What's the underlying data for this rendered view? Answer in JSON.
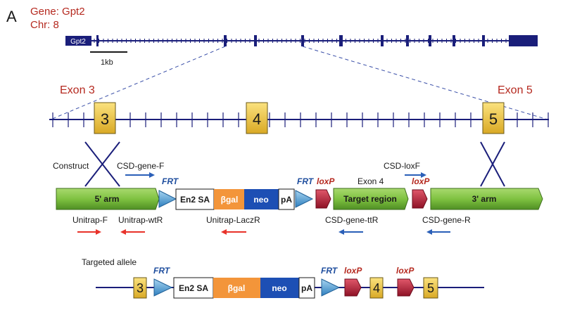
{
  "colors": {
    "navy": "#1a1e7a",
    "red_text": "#b5291f",
    "blue_text": "#1f4e9e",
    "exon_fill": "#f2cd4e",
    "arm_fill": "#7fc241",
    "bgal_fill": "#f3953a",
    "neo_fill": "#1d4fb4",
    "frt_fill": "#5aa6d8",
    "loxp_fill": "#c0283f",
    "arrow_blue": "#2a5fb8",
    "arrow_red": "#e8322a"
  },
  "panel_label": "A",
  "gene": {
    "line1": "Gene: Gpt2",
    "line2": "Chr: 8",
    "badge": "Gpt2",
    "scale_label": "1kb"
  },
  "zoom": {
    "left_label": "Exon 3",
    "right_label": "Exon 5",
    "exons": [
      "3",
      "4",
      "5"
    ]
  },
  "construct": {
    "label": "Construct",
    "five_arm": "5' arm",
    "three_arm": "3' arm",
    "frt": "FRT",
    "loxp": "loxP",
    "en2sa": "En2 SA",
    "bgal": "βgal",
    "neo": "neo",
    "pa": "pA",
    "target_region": "Target region",
    "exon4_label": "Exon 4",
    "primers": {
      "csd_gene_f": "CSD-gene-F",
      "csd_loxf": "CSD-loxF",
      "unitrap_f": "Unitrap-F",
      "unitrap_wtr": "Unitrap-wtR",
      "unitrap_laczr": "Unitrap-LaczR",
      "csd_gene_ttr": "CSD-gene-ttR",
      "csd_gene_r": "CSD-gene-R"
    }
  },
  "allele": {
    "label": "Targeted allele",
    "exons": [
      "3",
      "4",
      "5"
    ]
  }
}
